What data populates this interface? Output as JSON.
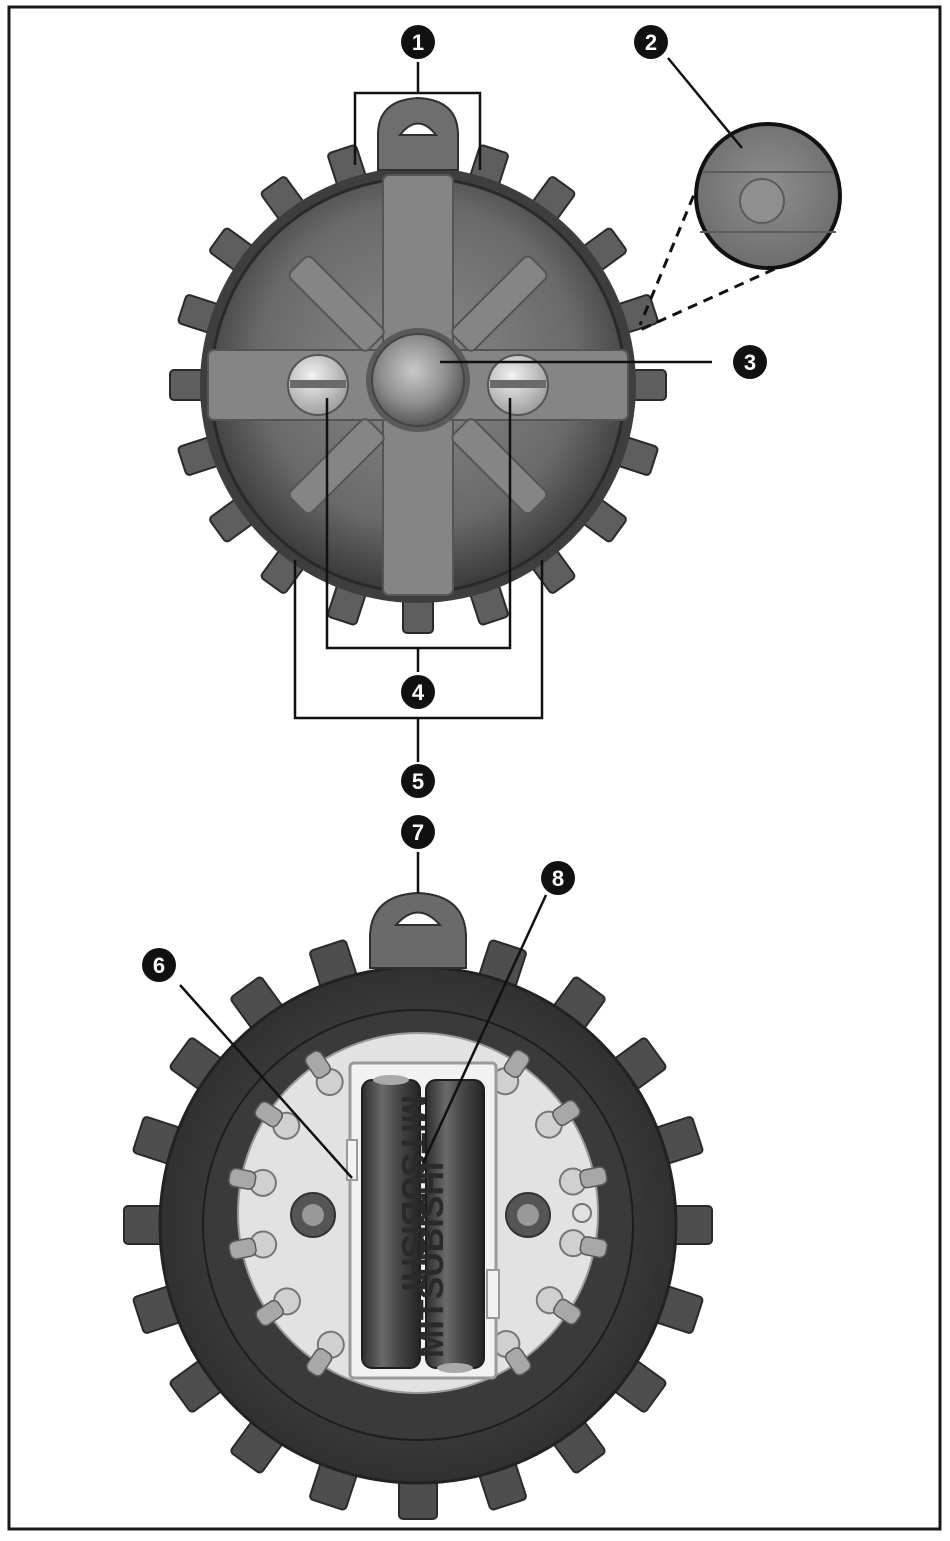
{
  "callouts": [
    {
      "id": "callout-1",
      "label": "1"
    },
    {
      "id": "callout-2",
      "label": "2"
    },
    {
      "id": "callout-3",
      "label": "3"
    },
    {
      "id": "callout-4",
      "label": "4"
    },
    {
      "id": "callout-5",
      "label": "5"
    },
    {
      "id": "callout-6",
      "label": "6"
    },
    {
      "id": "callout-7",
      "label": "7"
    },
    {
      "id": "callout-8",
      "label": "8"
    }
  ],
  "battery_brand": "MITSUBISHI",
  "colors": {
    "frame": "#1a1a1a",
    "callout_fill": "#111111",
    "callout_text": "#ffffff",
    "housing_dark": "#3c3c3c",
    "housing_mid": "#6f6f6f",
    "cover_gray": "#7a7a7a",
    "pcb": "#e4e4e4",
    "battery": "#4a4a4a"
  },
  "icons": [
    "warning-light-top-view",
    "warning-light-battery-compartment",
    "magnifier-inset"
  ]
}
